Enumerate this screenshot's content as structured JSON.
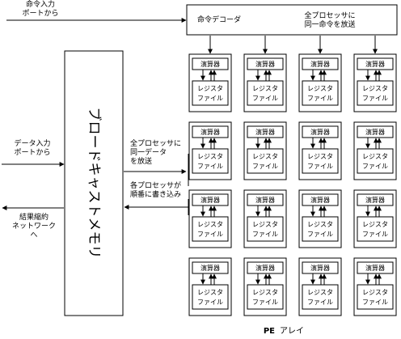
{
  "labels": {
    "instruction_input": [
      "命令入力",
      "ポートから"
    ],
    "decoder": "命令デコーダ",
    "broadcast_instruction": [
      "全プロセッサに",
      "同一命令を放送"
    ],
    "data_input": [
      "データ入力",
      "ポートから"
    ],
    "broadcast_memory": "ブロードキャストメモリ",
    "broadcast_data": [
      "全プロセッサに",
      "同一データ",
      "を放送"
    ],
    "sequential_write": [
      "各プロセッサが",
      "順番に書き込み"
    ],
    "result_output": [
      "結果縮約",
      "ネットワーク",
      "へ"
    ],
    "pe_array": [
      "PE",
      "アレイ"
    ]
  },
  "pe": {
    "alu": "演算器",
    "register_file": [
      "レジスタ",
      "ファイル"
    ],
    "rows": 4,
    "cols": 4
  }
}
